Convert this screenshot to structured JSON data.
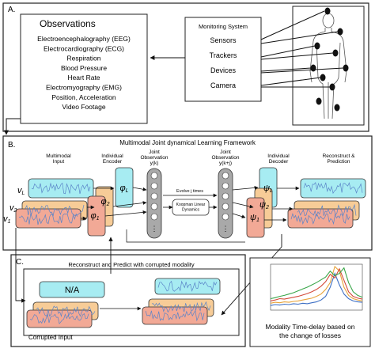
{
  "panel_a": {
    "label": "A.",
    "observations_title": "Observations",
    "observations": [
      "Electroencephalography (EEG)",
      "Electrocardiography (ECG)",
      "Respiration",
      "Blood Pressure",
      "Heart Rate",
      "Electromyography (EMG)",
      "Position, Acceleration",
      "Video Footage"
    ],
    "monitoring_title": "Monitoring System",
    "monitoring_items": [
      "Sensors",
      "Trackers",
      "Devices",
      "Camera"
    ]
  },
  "panel_b": {
    "label": "B.",
    "title": "Multimodal Joint dynamical Learning Framework",
    "multimodal_input": "Multimodal\nInput",
    "individual_encoder": "Individual\nEncoder",
    "joint_obs_k": "Joint\nObservation\ny(k)",
    "joint_obs_kj": "Joint\nObservation\ny(k+j)",
    "individual_decoder": "Individual\nDecoder",
    "reconstruct_prediction": "Reconstruct &\nPrediction",
    "evolve": "Evolve j times",
    "koopman": "Koopman Linear\nDynamics",
    "input_labels": [
      "v_L",
      "v_2",
      "v_1"
    ],
    "encoder_labels": [
      "φ_L",
      "φ_2",
      "φ_1"
    ],
    "decoder_labels": [
      "ψ_L",
      "ψ_2",
      "ψ_1"
    ],
    "dots": "⋮"
  },
  "panel_c": {
    "label": "C.",
    "title": "Reconstruct and Predict with corrupted modality",
    "na": "N/A",
    "corrupted_input": "Corrupted Input",
    "caption": "Modality Time-delay  based on\nthe change of losses"
  },
  "colors": {
    "cyan": "#a7ecf2",
    "orange": "#f7cc97",
    "salmon": "#f2a996",
    "panel_border": "#222222",
    "signal": "#5a84c8",
    "node_gray": "#a9a9a9"
  },
  "chart_data": {
    "type": "line",
    "x": [
      0,
      1,
      2,
      3,
      4,
      5,
      6,
      7,
      8,
      9,
      10,
      11,
      12,
      13,
      14,
      15,
      16,
      17,
      18,
      19,
      20
    ],
    "series": [
      {
        "values": [
          0.1,
          0.12,
          0.11,
          0.13,
          0.12,
          0.14,
          0.13,
          0.15,
          0.14,
          0.16,
          0.18,
          0.22,
          0.3,
          0.5,
          0.8,
          0.55,
          0.35,
          0.25,
          0.2,
          0.18,
          0.17
        ]
      },
      {
        "values": [
          0.15,
          0.17,
          0.16,
          0.18,
          0.17,
          0.19,
          0.2,
          0.22,
          0.24,
          0.26,
          0.3,
          0.35,
          0.45,
          0.6,
          0.95,
          0.85,
          0.5,
          0.32,
          0.25,
          0.22,
          0.2
        ]
      },
      {
        "values": [
          0.2,
          0.22,
          0.25,
          0.24,
          0.26,
          0.28,
          0.3,
          0.33,
          0.36,
          0.4,
          0.45,
          0.52,
          0.62,
          0.78,
          0.7,
          0.9,
          0.65,
          0.4,
          0.3,
          0.26,
          0.24
        ]
      },
      {
        "values": [
          0.25,
          0.27,
          0.3,
          0.32,
          0.35,
          0.38,
          0.42,
          0.46,
          0.5,
          0.55,
          0.6,
          0.66,
          0.72,
          0.85,
          0.75,
          0.8,
          0.92,
          0.6,
          0.4,
          0.32,
          0.28
        ]
      }
    ],
    "colors": [
      "#3d6fc4",
      "#e8a33a",
      "#d34a3a",
      "#3aa64a"
    ],
    "ylim": [
      0,
      1
    ]
  }
}
